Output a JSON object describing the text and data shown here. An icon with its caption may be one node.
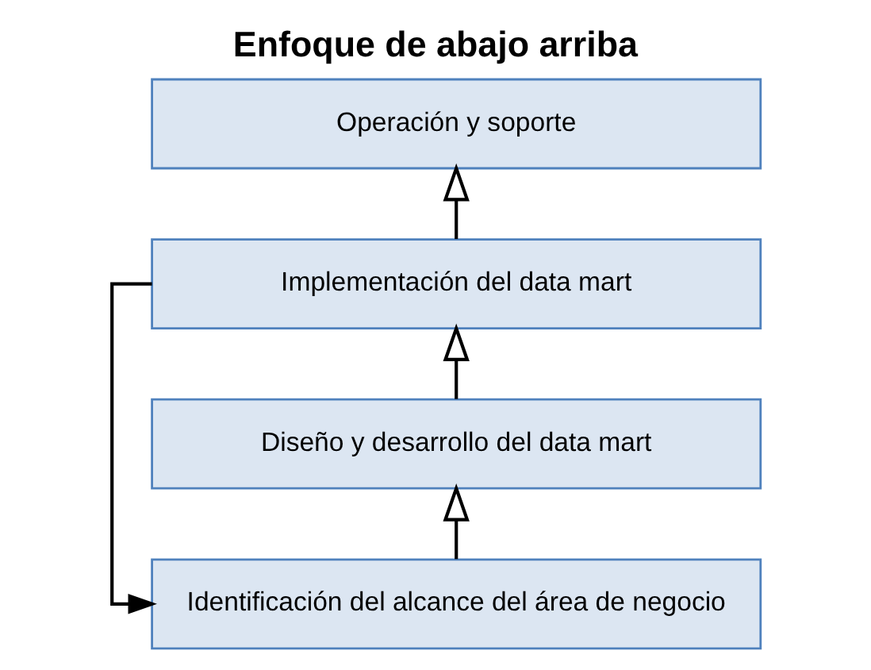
{
  "diagram": {
    "title": "Enfoque de abajo arriba",
    "nodes": [
      {
        "text": [
          "Operación y soporte"
        ]
      },
      {
        "text": [
          "Implementación del data mart"
        ]
      },
      {
        "text": [
          "Diseño y desarrollo del data mart"
        ]
      },
      {
        "text": [
          "Identificación del alcance del área de negocio"
        ]
      }
    ],
    "edges": [
      {
        "from": 3,
        "to": 2,
        "arrow": "to"
      },
      {
        "from": 2,
        "to": 1,
        "arrow": "to"
      },
      {
        "from": 1,
        "to": 0,
        "arrow": "to"
      },
      {
        "from": 1,
        "to": 3,
        "arrow": "to"
      }
    ]
  }
}
